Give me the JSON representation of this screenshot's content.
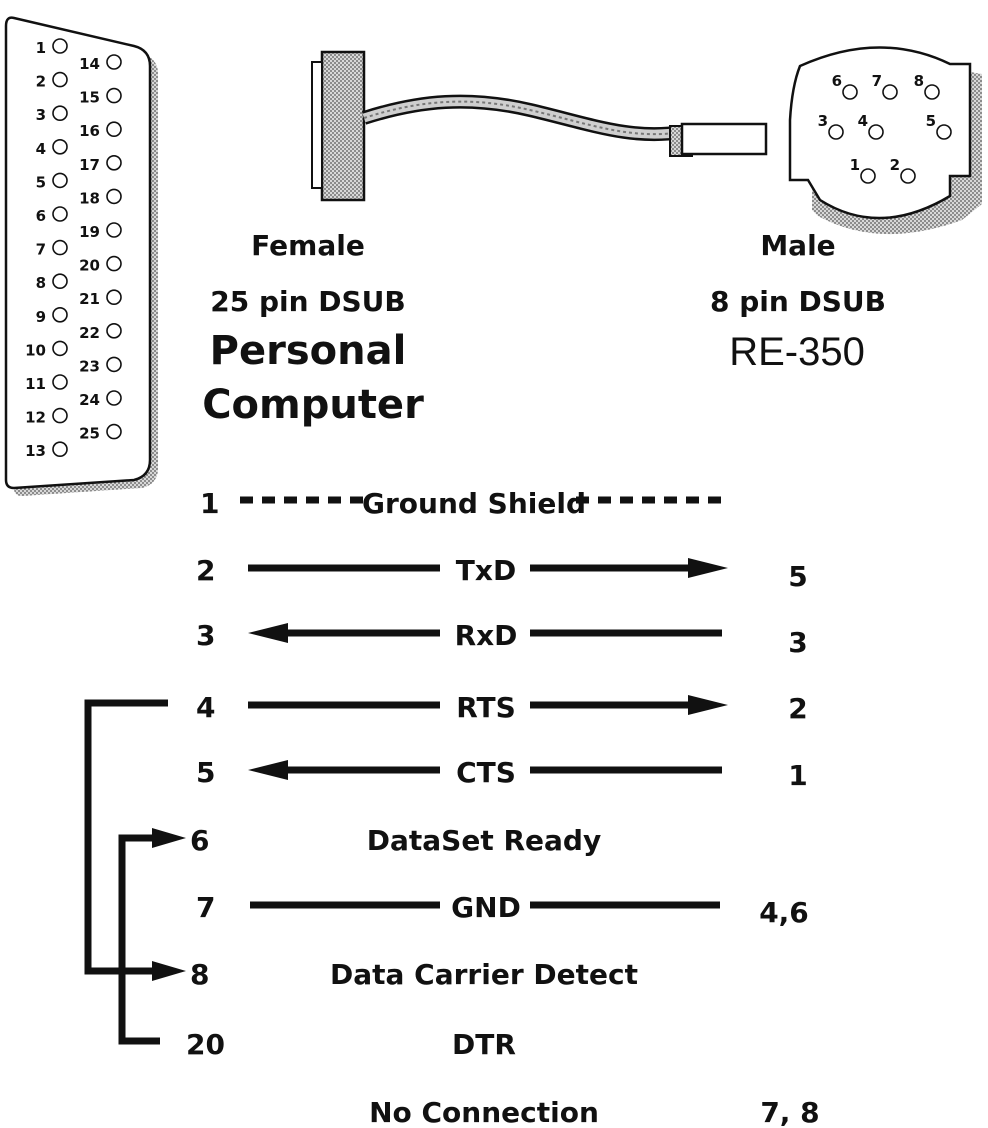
{
  "female_connector": {
    "pins_row1": [
      "1",
      "2",
      "3",
      "4",
      "5",
      "6",
      "7",
      "8",
      "9",
      "10",
      "11",
      "12",
      "13"
    ],
    "pins_row2": [
      "14",
      "15",
      "16",
      "17",
      "18",
      "19",
      "20",
      "21",
      "22",
      "23",
      "24",
      "25"
    ]
  },
  "male_connector": {
    "pins": [
      "6",
      "7",
      "8",
      "3",
      "4",
      "5",
      "1",
      "2"
    ]
  },
  "labels": {
    "female": "Female",
    "female_type": "25 pin DSUB",
    "pc_line1": "Personal",
    "pc_line2": "Computer",
    "male": "Male",
    "male_type": "8 pin DSUB",
    "device": "RE-350"
  },
  "wiring": [
    {
      "left": "1",
      "signal": "Ground Shield",
      "right": ""
    },
    {
      "left": "2",
      "signal": "TxD",
      "right": "5"
    },
    {
      "left": "3",
      "signal": "RxD",
      "right": "3"
    },
    {
      "left": "4",
      "signal": "RTS",
      "right": "2"
    },
    {
      "left": "5",
      "signal": "CTS",
      "right": "1"
    },
    {
      "left": "6",
      "signal": "DataSet Ready",
      "right": ""
    },
    {
      "left": "7",
      "signal": "GND",
      "right": "4,6"
    },
    {
      "left": "8",
      "signal": "Data Carrier Detect",
      "right": ""
    },
    {
      "left": "20",
      "signal": "DTR",
      "right": ""
    },
    {
      "left": "",
      "signal": "No Connection",
      "right": "7, 8"
    }
  ],
  "colors": {
    "ink": "#111111",
    "shade": "#9a9a9a",
    "background": "#ffffff"
  }
}
